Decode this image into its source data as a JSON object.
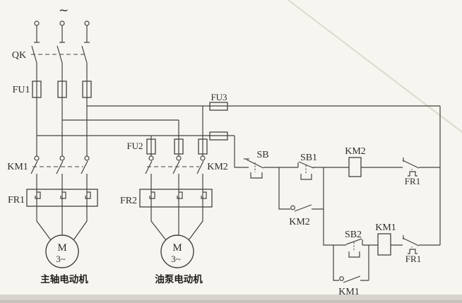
{
  "colors": {
    "background": "#f7f5f0",
    "line": "#45423d",
    "text": "#2f2d2a",
    "paper_edge_band": "#d6d4cd",
    "paper_edge_dark": "#c4c2bb"
  },
  "power_circuit": {
    "source_symbol": "~",
    "switch_label": "QK",
    "main_fuse_label": "FU1",
    "pump_fuse_label": "FU2",
    "control_fuse_label": "FU3",
    "main_contactor_label": "KM1",
    "pump_contactor_label": "KM2",
    "main_overload_label": "FR1",
    "pump_overload_label": "FR2",
    "spindle_motor": {
      "letter": "M",
      "phase": "3~",
      "caption": "主轴电动机"
    },
    "pump_motor": {
      "letter": "M",
      "phase": "3~",
      "caption": "油泵电动机"
    }
  },
  "control_circuit": {
    "stop_button_label": "SB",
    "pump_start_button_label": "SB1",
    "spindle_start_button_label": "SB2",
    "pump_coil_label": "KM2",
    "spindle_coil_label": "KM1",
    "pump_sealin_label": "KM2",
    "spindle_sealin_label": "KM1",
    "overload_contact_top_label": "FR1",
    "overload_contact_bottom_label": "FR1"
  }
}
